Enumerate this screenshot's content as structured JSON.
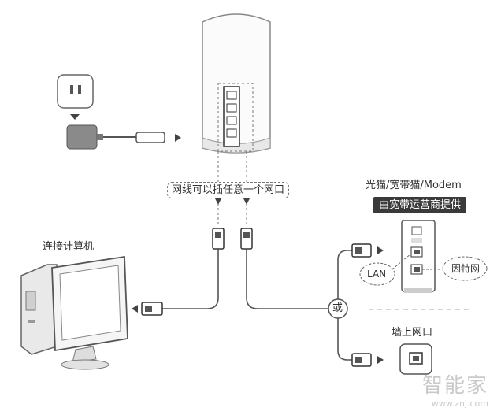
{
  "labels": {
    "any_port": "网线可以插任意一个网口",
    "modem_title": "光猫/宽带猫/Modem",
    "isp_provided": "由宽带运营商提供",
    "connect_computer": "连接计算机",
    "lan": "LAN",
    "internet": "因特网",
    "or": "或",
    "wall_port": "墙上网口"
  },
  "watermark": {
    "text": "智能家",
    "url": "www.znj.com"
  },
  "icons": [
    "power-socket-icon",
    "power-adapter-icon",
    "router-icon",
    "computer-icon",
    "modem-icon",
    "wall-port-icon",
    "ethernet-plug-icon"
  ],
  "colors": {
    "line": "#555555",
    "label_dark_bg": "#3a3a3a"
  }
}
